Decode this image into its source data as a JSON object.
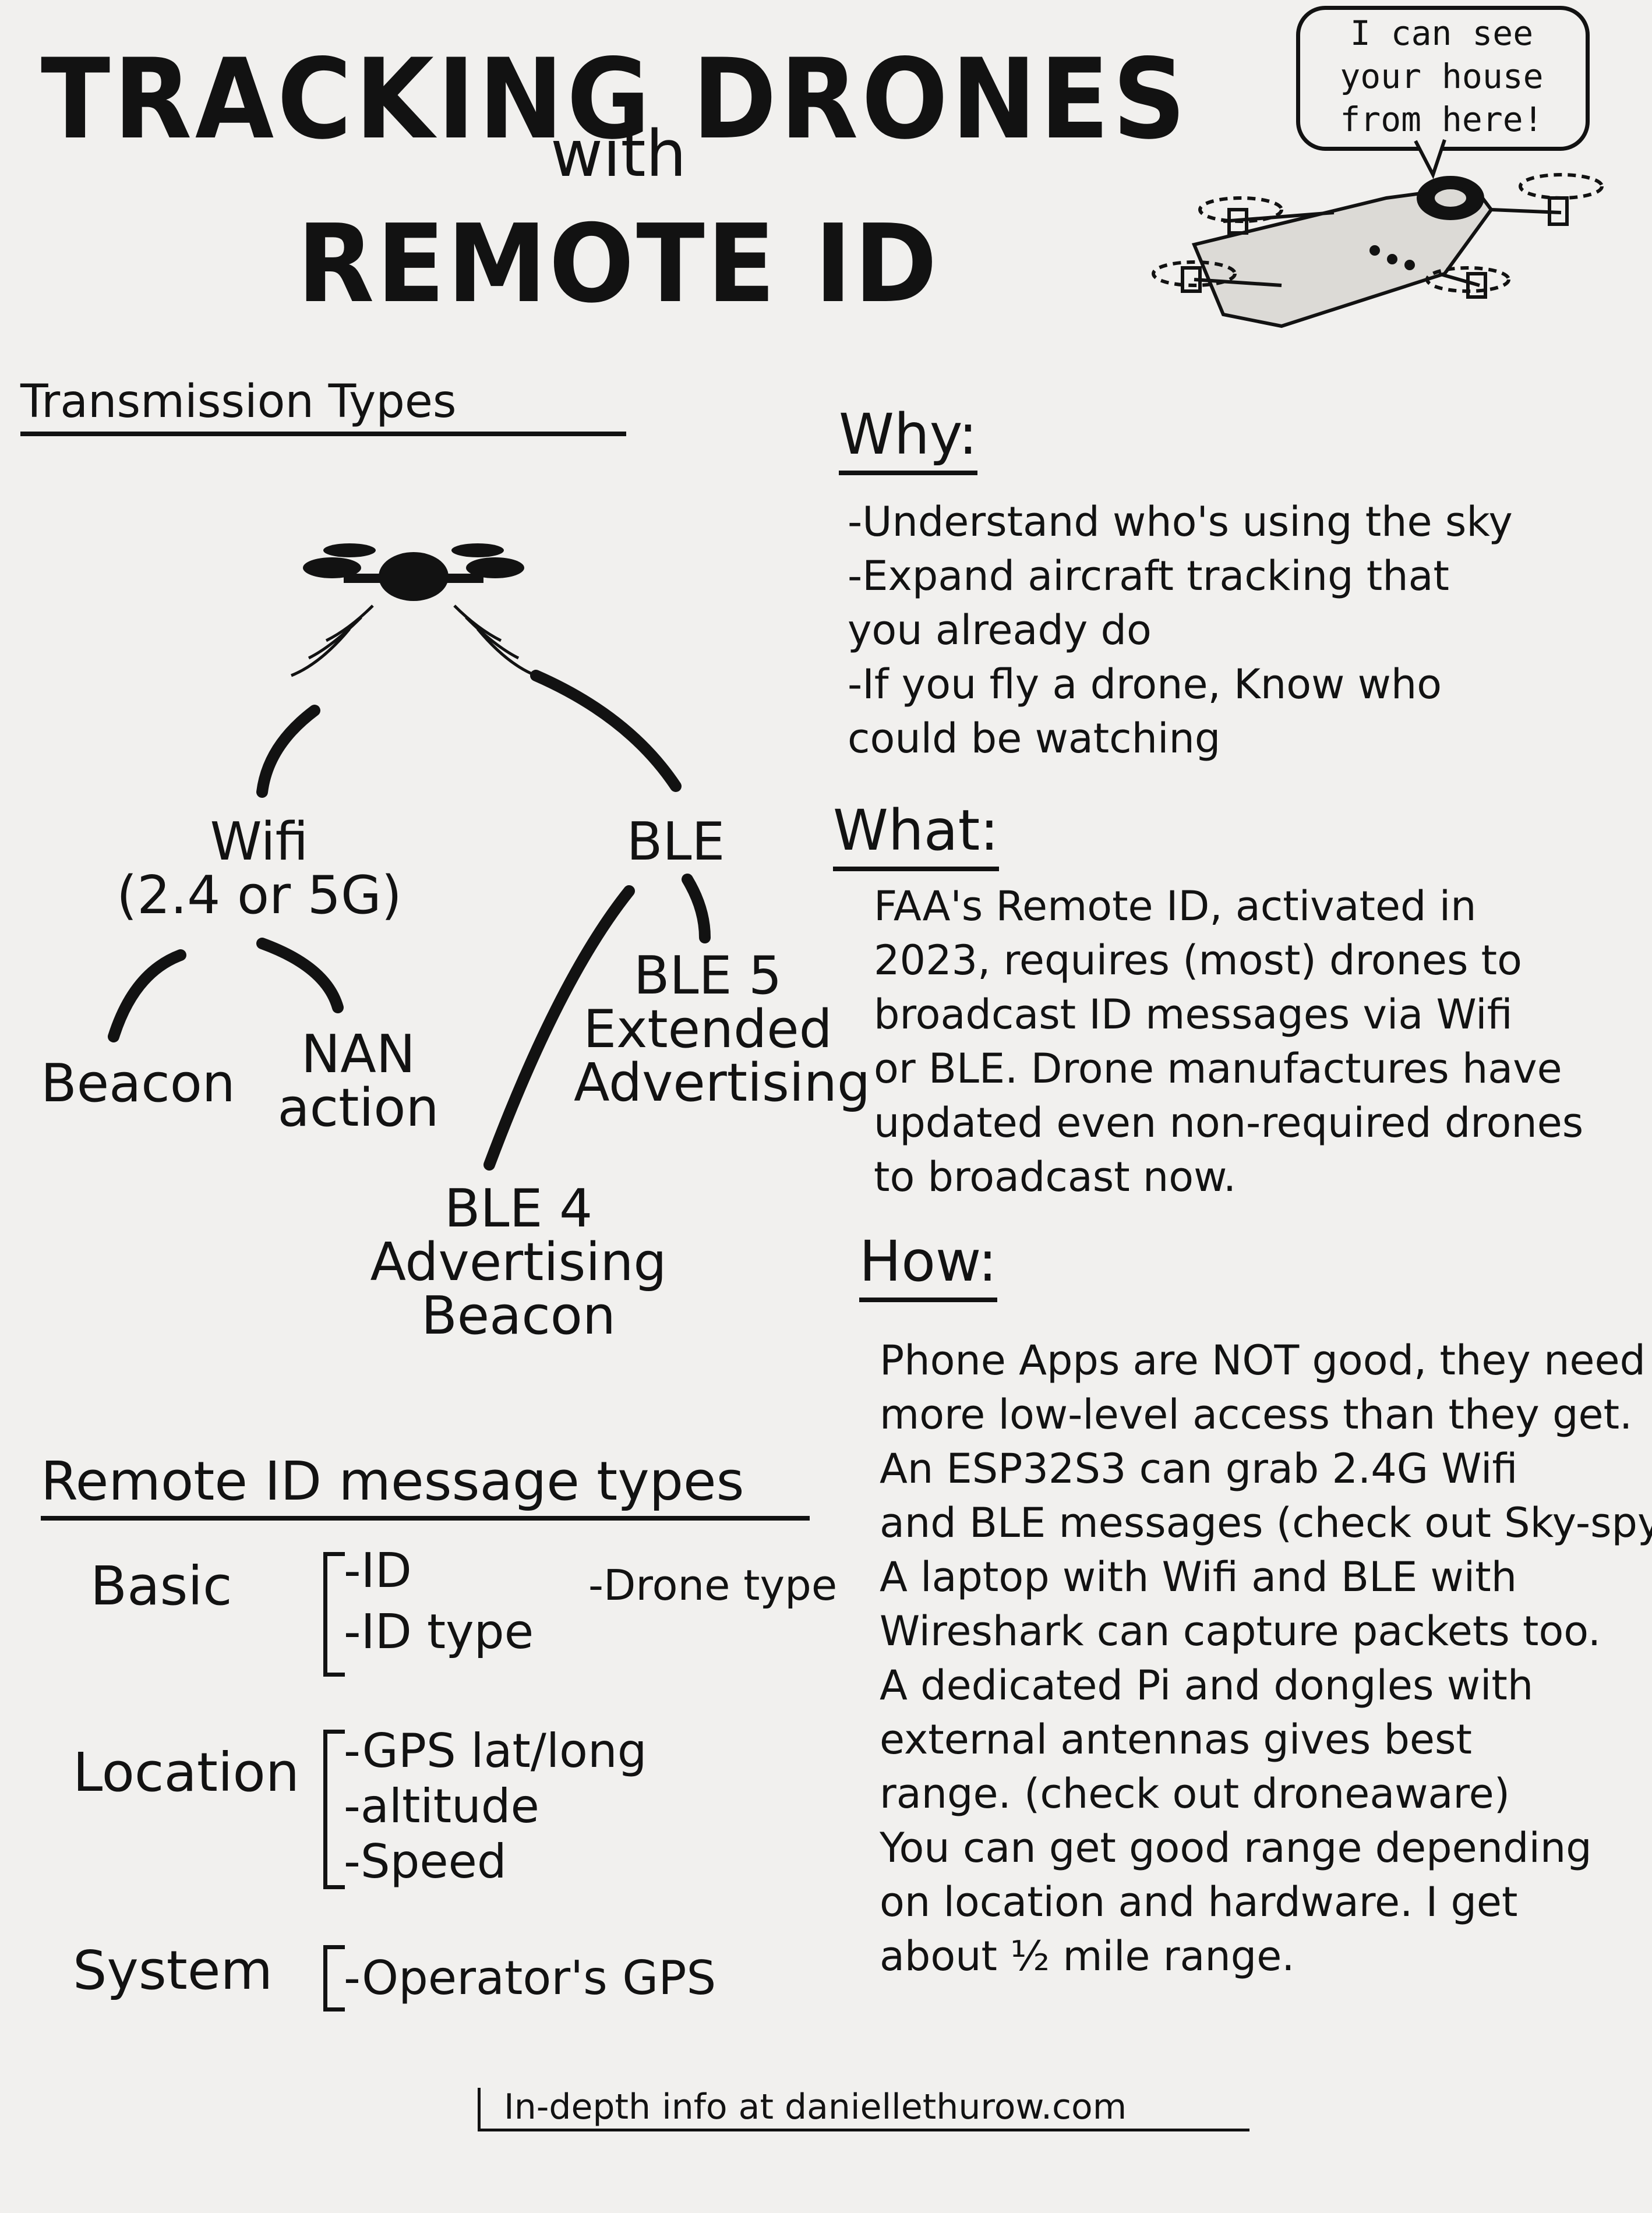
{
  "title": {
    "line1": "TRACKING DRONES",
    "line2": "with",
    "line3": "REMOTE ID"
  },
  "speech_bubble": "I can see your house from here!",
  "transmission": {
    "heading": "Transmission Types",
    "wifi": [
      "Wifi",
      "(2.4 or 5G)"
    ],
    "ble": "BLE",
    "beacon": "Beacon",
    "nan": [
      "NAN",
      "action"
    ],
    "ble5": [
      "BLE 5",
      "Extended",
      "Advertising"
    ],
    "ble4": [
      "BLE 4",
      "Advertising",
      "Beacon"
    ]
  },
  "why": {
    "heading": "Why:",
    "lines": [
      "-Understand who's using the sky",
      "-Expand aircraft tracking that",
      "you already do",
      "-If you fly a drone, Know who",
      "could be watching"
    ]
  },
  "what": {
    "heading": "What:",
    "lines": [
      "FAA's Remote ID, activated in",
      "2023, requires (most) drones to",
      "broadcast ID messages via Wifi",
      "or BLE. Drone manufactures have",
      "updated even non-required drones",
      "to broadcast now."
    ]
  },
  "how": {
    "heading": "How:",
    "lines": [
      "Phone Apps are NOT good, they need",
      "more low-level access than they get.",
      "An ESP32S3 can grab 2.4G Wifi",
      "and BLE messages (check out Sky-spy)",
      "A laptop with Wifi and BLE with",
      "Wireshark can capture packets too.",
      "A dedicated Pi and dongles with",
      "external antennas gives best",
      "range. (check out droneaware)",
      "You can get good range depending",
      "on location and hardware. I get",
      "about ½ mile range."
    ]
  },
  "messages": {
    "heading": "Remote ID message types",
    "basic": {
      "label": "Basic",
      "items": [
        "-ID",
        "-ID type",
        "-Drone type"
      ]
    },
    "location": {
      "label": "Location",
      "items": [
        "-GPS lat/long",
        "-altitude",
        "-Speed"
      ]
    },
    "system": {
      "label": "System",
      "items": [
        "-Operator's GPS"
      ]
    }
  },
  "footer": "In-depth info at daniellethurow.com"
}
